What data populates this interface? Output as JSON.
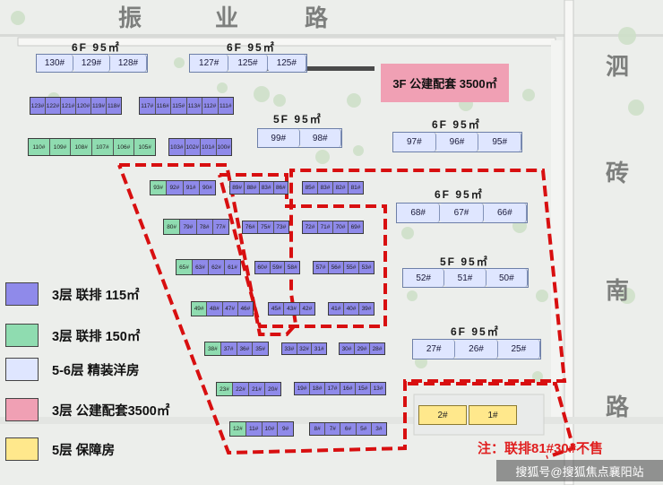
{
  "roads": {
    "north": [
      "振",
      "业",
      "路"
    ],
    "east": [
      "泗",
      "砖",
      "南",
      "路"
    ]
  },
  "public_facility": "3F 公建配套  3500㎡",
  "tall_groups": [
    {
      "floors": "6F",
      "area": "95㎡",
      "units": [
        "130#",
        "129#",
        "128#"
      ]
    },
    {
      "floors": "6F",
      "area": "95㎡",
      "units": [
        "127#",
        "125#",
        "125#"
      ]
    },
    {
      "floors": "5F",
      "area": "95㎡",
      "units": [
        "99#",
        "98#"
      ]
    },
    {
      "floors": "6F",
      "area": "95㎡",
      "units": [
        "97#",
        "96#",
        "95#"
      ]
    },
    {
      "floors": "6F",
      "area": "95㎡",
      "units": [
        "68#",
        "67#",
        "66#"
      ]
    },
    {
      "floors": "5F",
      "area": "95㎡",
      "units": [
        "52#",
        "51#",
        "50#"
      ]
    },
    {
      "floors": "6F",
      "area": "95㎡",
      "units": [
        "27#",
        "26#",
        "25#"
      ]
    }
  ],
  "town_blocks": [
    [
      "123#",
      "122#",
      "121#",
      "120#",
      "119#",
      "118#"
    ],
    [
      "117#",
      "116#",
      "115#",
      "113#",
      "112#",
      "111#"
    ],
    [
      "110#",
      "109#",
      "108#",
      "107#",
      "106#",
      "105#"
    ],
    [
      "103#",
      "102#",
      "101#",
      "100#"
    ],
    [
      "93#",
      "92#",
      "91#",
      "90#"
    ],
    [
      "89#",
      "88#",
      "83#",
      "86#"
    ],
    [
      "85#",
      "83#",
      "82#",
      "81#"
    ],
    [
      "80#",
      "79#",
      "78#",
      "77#"
    ],
    [
      "76#",
      "75#",
      "73#"
    ],
    [
      "72#",
      "71#",
      "70#",
      "69#"
    ],
    [
      "65#",
      "63#",
      "62#",
      "61#"
    ],
    [
      "60#",
      "59#",
      "58#"
    ],
    [
      "57#",
      "56#",
      "55#",
      "53#"
    ],
    [
      "49#",
      "48#",
      "47#",
      "46#"
    ],
    [
      "45#",
      "43#",
      "42#"
    ],
    [
      "41#",
      "40#",
      "39#"
    ],
    [
      "38#",
      "37#",
      "36#",
      "35#"
    ],
    [
      "33#",
      "32#",
      "31#"
    ],
    [
      "30#",
      "29#",
      "28#"
    ],
    [
      "23#",
      "22#",
      "21#",
      "20#"
    ],
    [
      "19#",
      "18#",
      "17#",
      "16#",
      "15#",
      "13#"
    ],
    [
      "12#",
      "11#",
      "10#",
      "9#"
    ],
    [
      "8#",
      "7#",
      "6#",
      "5#",
      "3#"
    ]
  ],
  "affordable_units": [
    "2#",
    "1#"
  ],
  "legend": [
    {
      "color": "#8f8aea",
      "label": "3层 联排 115㎡"
    },
    {
      "color": "#8fdcb0",
      "label": "3层 联排 150㎡"
    },
    {
      "color": "#dfe6ff",
      "label": "5-6层 精装洋房"
    },
    {
      "color": "#f0a0b4",
      "label": "3层 公建配套3500㎡"
    },
    {
      "color": "#ffe88c",
      "label": "5层 保障房"
    }
  ],
  "note": "注：联排81#30#不售",
  "watermark": "搜狐号@搜狐焦点襄阳站"
}
